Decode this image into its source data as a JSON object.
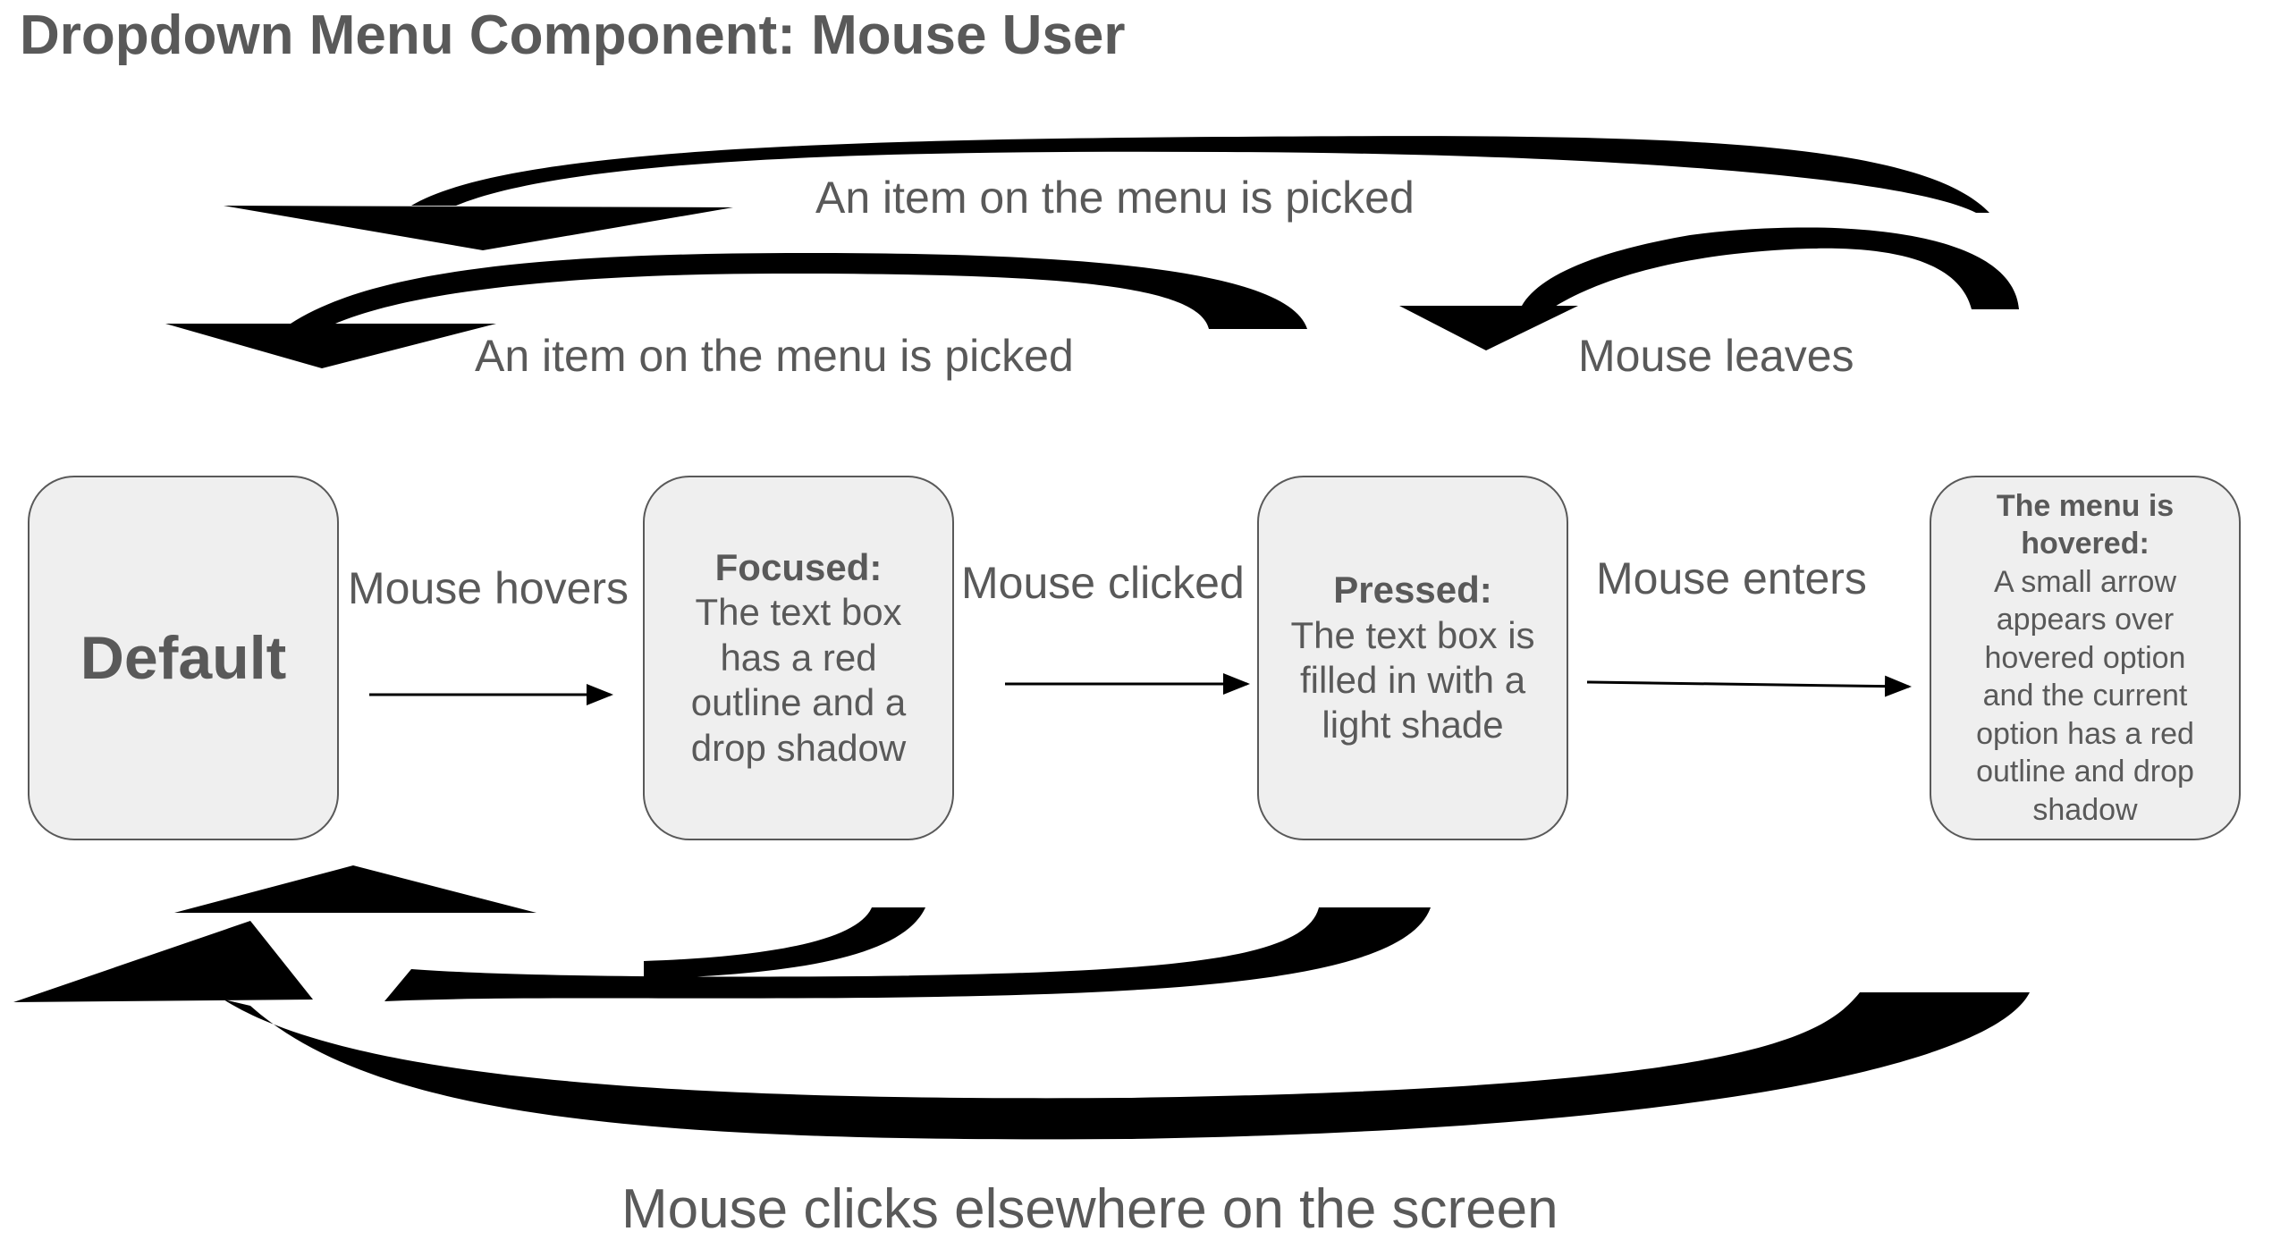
{
  "title": "Dropdown Menu Component: Mouse User",
  "states": {
    "default": {
      "name": "Default"
    },
    "focused": {
      "name": "Focused:",
      "description": "The text box has a red outline and a drop shadow"
    },
    "pressed": {
      "name": "Pressed:",
      "description": "The text box is filled in with a light shade"
    },
    "hovered": {
      "name": "The menu is hovered:",
      "description": "A small arrow appears over hovered option and the current option has a red outline and drop shadow"
    }
  },
  "transitions": {
    "mouse_hovers": "Mouse hovers",
    "mouse_clicked": "Mouse clicked",
    "mouse_enters": "Mouse enters",
    "picked_top": "An item on the menu is picked",
    "picked_middle": "An item on the menu is picked",
    "mouse_leaves": "Mouse leaves",
    "clicks_elsewhere": "Mouse clicks elsewhere on the screen"
  }
}
